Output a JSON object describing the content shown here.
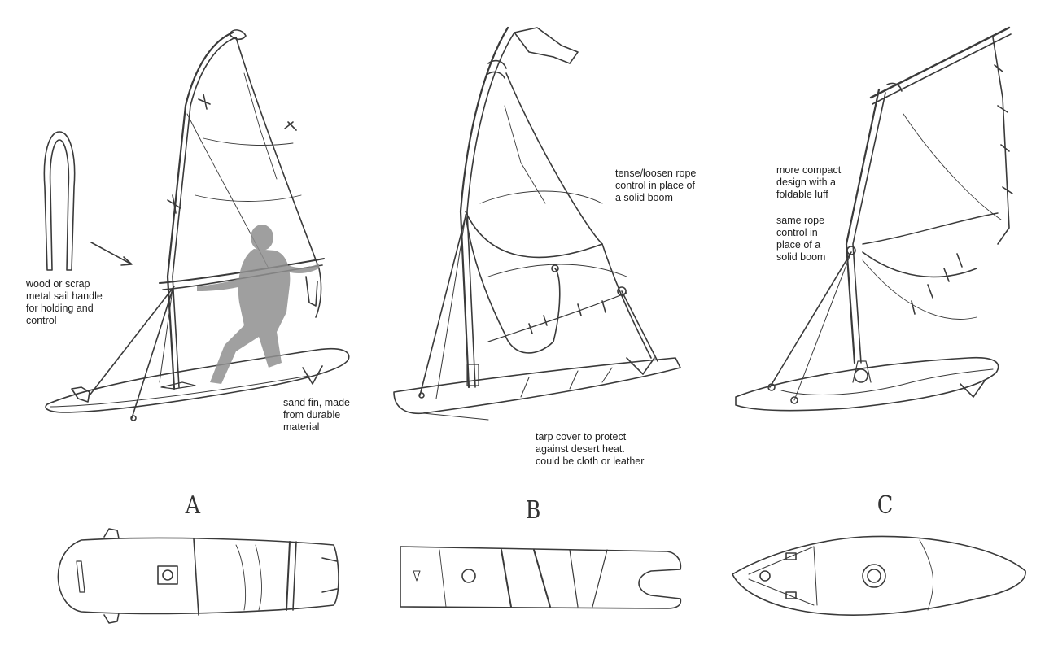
{
  "annotations": {
    "handle_note": [
      "wood or scrap",
      "metal sail handle",
      "for holding and",
      "control"
    ],
    "fin_note": [
      "sand fin, made",
      "from durable",
      "material"
    ],
    "rope_note": [
      "tense/loosen rope",
      "control in place of",
      "a solid boom"
    ],
    "tarp_note": [
      "tarp cover to protect",
      "against desert heat.",
      "could be cloth or leather"
    ],
    "compact_note": [
      "more compact",
      "design with a",
      "foldable luff"
    ],
    "rope_c_note": [
      "same rope",
      "control in",
      "place of a",
      "solid boom"
    ]
  },
  "variants": {
    "a": "A",
    "b": "B",
    "c": "C"
  },
  "colors": {
    "line": "#3a3a3a",
    "figure": "#8f8f8f",
    "background": "#ffffff"
  }
}
